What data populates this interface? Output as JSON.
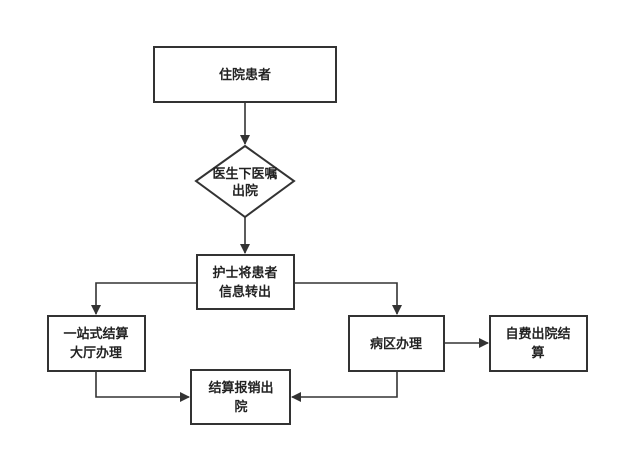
{
  "diagram": {
    "nodes": {
      "inpatient": {
        "lines": [
          "住院患者"
        ]
      },
      "doctor_order": {
        "lines": [
          "医生下医嘱",
          "出院"
        ]
      },
      "nurse_transfer": {
        "lines": [
          "护士将患者",
          "信息转出"
        ]
      },
      "one_stop": {
        "lines": [
          "一站式结算",
          "大厅办理"
        ]
      },
      "ward": {
        "lines": [
          "病区办理"
        ]
      },
      "self_pay": {
        "lines": [
          "自费出院结",
          "算"
        ]
      },
      "settle_discharge": {
        "lines": [
          "结算报销出",
          "院"
        ]
      }
    },
    "colors": {
      "stroke": "#333333",
      "fill": "#ffffff",
      "text": "#222222"
    }
  }
}
